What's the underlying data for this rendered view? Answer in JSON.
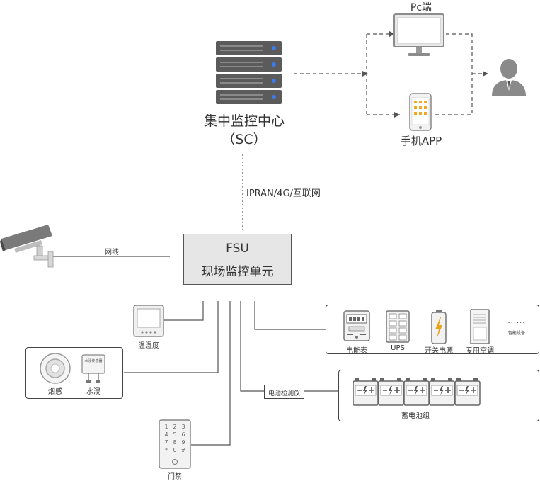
{
  "labels": {
    "pc": "Pc端",
    "phone": "手机APP",
    "sc_line1": "集中监控中心",
    "sc_line2": "（SC）",
    "link": "IPRAN/4G/互联网",
    "fsu_line1": "FSU",
    "fsu_line2": "现场监控单元",
    "network": "网线",
    "thermo": "温湿度",
    "smoke": "烟感",
    "water": "水浸",
    "water_sensor_text": "水浸传感器",
    "meter": "电能表",
    "ups": "UPS",
    "switch_power": "开关电源",
    "ac": "专用空调",
    "smart_device": "智能设备",
    "battery_monitor": "电池检测仪",
    "battery_group": "蓄电池组",
    "access": "门禁",
    "keypad": [
      "1",
      "2",
      "3",
      "4",
      "5",
      "6",
      "7",
      "8",
      "9",
      "*",
      "0",
      "#"
    ]
  },
  "colors": {
    "line": "#555555",
    "server": "#5b5b5b",
    "fsu_fill": "#e6e6e6",
    "phone_accent": "#f5a623",
    "power_accent": "#e8a317"
  }
}
